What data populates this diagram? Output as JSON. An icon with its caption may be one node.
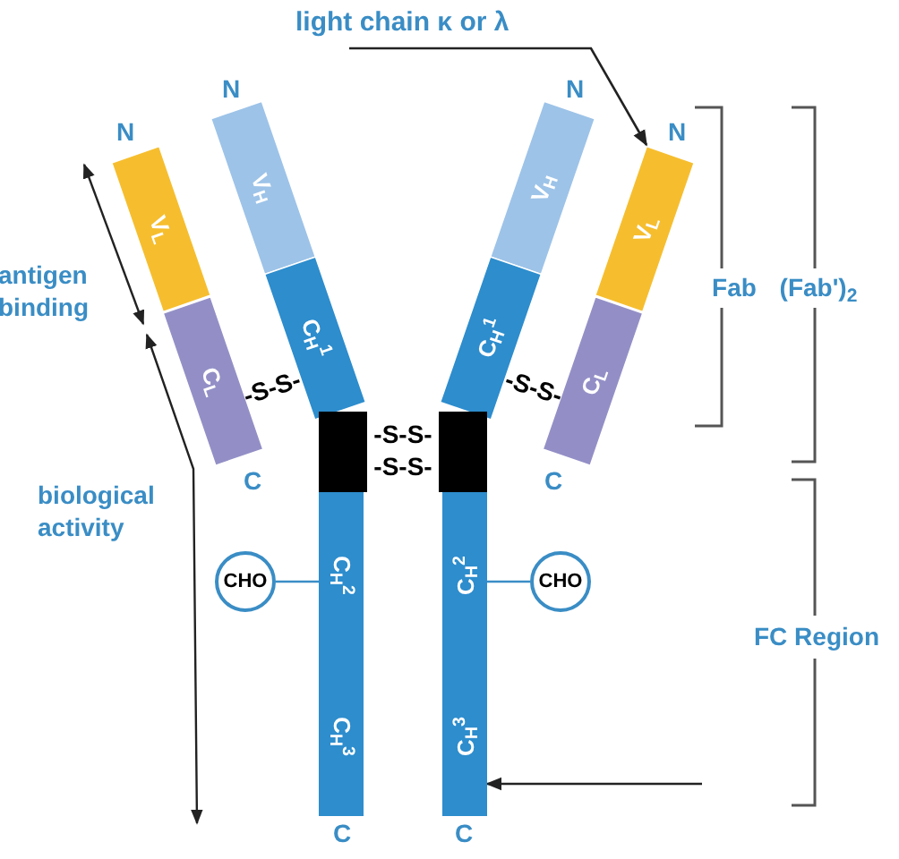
{
  "diagram": {
    "nodes": [
      {
        "text": [
          "light chain κ or λ"
        ]
      },
      {
        "text": [
          "V$_{H}$"
        ],
        "beside": [
          "N"
        ]
      },
      {
        "text": [
          "C$_{H}$$^{1}$"
        ]
      },
      {
        "text": [],
        "shape": "bar"
      },
      {
        "text": [
          "C$_{H}$$^{2}$"
        ]
      },
      {
        "text": [
          "C$_{H}$$^{3}$"
        ],
        "beside": [
          "C"
        ]
      },
      {
        "text": [
          "V$_{L}$"
        ],
        "beside": [
          "N"
        ]
      },
      {
        "text": [
          "C$_{L}$"
        ],
        "beside": [
          "C"
        ]
      },
      {
        "text": [
          "V$_{H}$"
        ],
        "beside": [
          "N"
        ]
      },
      {
        "text": [
          "C$_{H}$$^{1}$"
        ]
      },
      {
        "text": [],
        "shape": "bar"
      },
      {
        "text": [
          "C$_{H}$$^{2}$"
        ]
      },
      {
        "text": [
          "C$_{H}$$^{3}$"
        ],
        "beside": [
          "C"
        ]
      },
      {
        "text": [
          "V$_{L}$"
        ],
        "beside": [
          "N"
        ]
      },
      {
        "text": [
          "C$_{L}$"
        ],
        "beside": [
          "C"
        ]
      },
      {
        "text": [
          "CHO"
        ]
      },
      {
        "text": [
          "CHO"
        ]
      }
    ],
    "edges": [
      {
        "from": 0,
        "to": 13,
        "arrow": "to"
      },
      {
        "from": 15,
        "to": 4,
        "arrow": "none",
        "color": "#3a8dc5"
      },
      {
        "from": 16,
        "to": 11,
        "arrow": "none",
        "color": "#3a8dc5"
      },
      {
        "from": null,
        "to": 12,
        "arrow": "to"
      }
    ],
    "labels": [
      "Fab",
      "(Fab')$_{2}$",
      "antigen binding",
      "-S-S-",
      "-S-S-",
      "-S-S-",
      "-S-S-",
      "biological activity",
      "FC Region"
    ]
  }
}
